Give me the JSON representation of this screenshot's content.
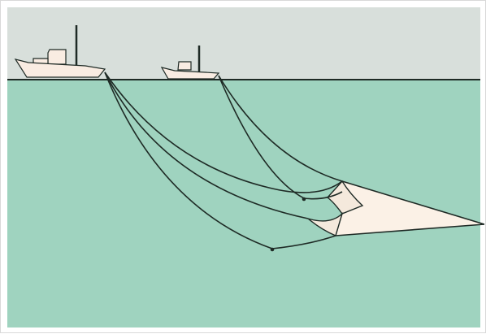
{
  "colors": {
    "sky": "#d8dfdb",
    "sea": "#9fd3bf",
    "net": "#fbf1e6",
    "hull": "#f9ece2",
    "line": "#1e2a25"
  },
  "diagram": {
    "scene": "pair-trawling",
    "vessels": [
      {
        "name": "lead-vessel-icon",
        "size": "large"
      },
      {
        "name": "partner-vessel-icon",
        "size": "small"
      }
    ],
    "components": [
      "warp-lines",
      "bridles",
      "trawl-net",
      "weights"
    ]
  }
}
